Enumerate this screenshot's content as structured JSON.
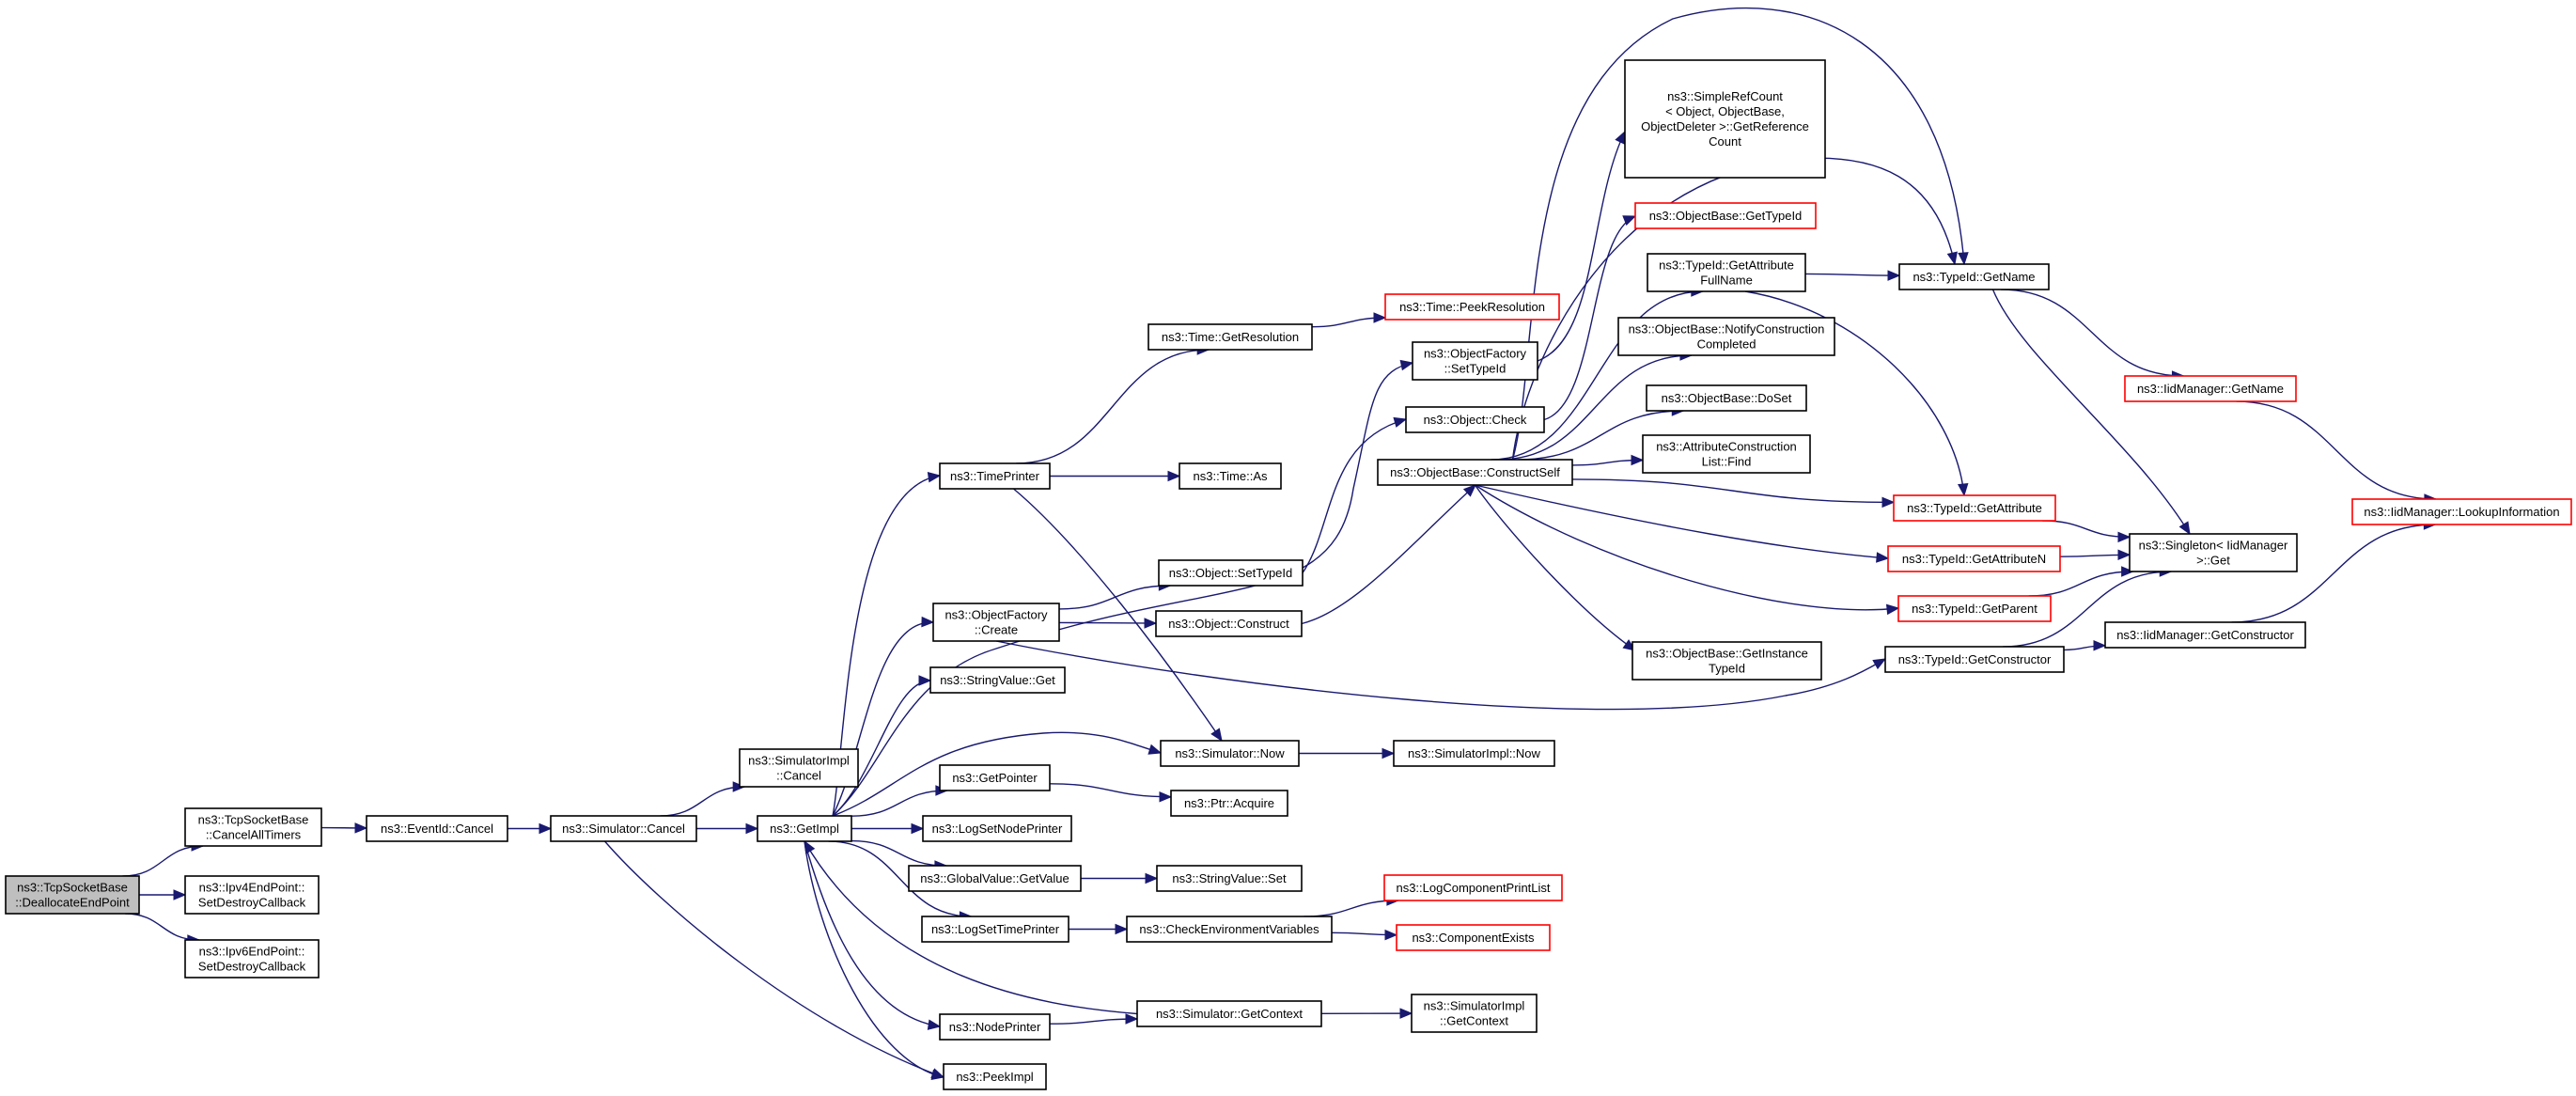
{
  "colors": {
    "edge": "#191970",
    "node_border": "#000000",
    "node_border_truncated": "#ff0000",
    "root_fill": "#bfbfbf"
  },
  "nodes": {
    "root": {
      "lines": [
        "ns3::TcpSocketBase",
        "::DeallocateEndPoint"
      ]
    },
    "cancelAllTimers": {
      "lines": [
        "ns3::TcpSocketBase",
        "::CancelAllTimers"
      ]
    },
    "ipv4SetDestroy": {
      "lines": [
        "ns3::Ipv4EndPoint::",
        "SetDestroyCallback"
      ]
    },
    "ipv6SetDestroy": {
      "lines": [
        "ns3::Ipv6EndPoint::",
        "SetDestroyCallback"
      ]
    },
    "eventIdCancel": {
      "lines": [
        "ns3::EventId::Cancel"
      ]
    },
    "simulatorCancel": {
      "lines": [
        "ns3::Simulator::Cancel"
      ]
    },
    "simImplCancel": {
      "lines": [
        "ns3::SimulatorImpl",
        "::Cancel"
      ]
    },
    "getImpl": {
      "lines": [
        "ns3::GetImpl"
      ]
    },
    "timePrinter": {
      "lines": [
        "ns3::TimePrinter"
      ]
    },
    "objectFactoryCreate": {
      "lines": [
        "ns3::ObjectFactory",
        "::Create"
      ]
    },
    "stringValueGet": {
      "lines": [
        "ns3::StringValue::Get"
      ]
    },
    "getPointer": {
      "lines": [
        "ns3::GetPointer"
      ]
    },
    "logSetNodePrinter": {
      "lines": [
        "ns3::LogSetNodePrinter"
      ]
    },
    "globalValueGetValue": {
      "lines": [
        "ns3::GlobalValue::GetValue"
      ]
    },
    "logSetTimePrinter": {
      "lines": [
        "ns3::LogSetTimePrinter"
      ]
    },
    "nodePrinter": {
      "lines": [
        "ns3::NodePrinter"
      ]
    },
    "peekImpl": {
      "lines": [
        "ns3::PeekImpl"
      ]
    },
    "timeGetResolution": {
      "lines": [
        "ns3::Time::GetResolution"
      ]
    },
    "timeAs": {
      "lines": [
        "ns3::Time::As"
      ]
    },
    "objectSetTypeId": {
      "lines": [
        "ns3::Object::SetTypeId"
      ]
    },
    "objectConstruct": {
      "lines": [
        "ns3::Object::Construct"
      ]
    },
    "simulatorNow": {
      "lines": [
        "ns3::Simulator::Now"
      ]
    },
    "ptrAcquire": {
      "lines": [
        "ns3::Ptr::Acquire"
      ]
    },
    "stringValueSet": {
      "lines": [
        "ns3::StringValue::Set"
      ]
    },
    "checkEnvVars": {
      "lines": [
        "ns3::CheckEnvironmentVariables"
      ]
    },
    "simulatorGetContext": {
      "lines": [
        "ns3::Simulator::GetContext"
      ]
    },
    "timePeekResolution": {
      "lines": [
        "ns3::Time::PeekResolution"
      ]
    },
    "objectFactorySetTypeId": {
      "lines": [
        "ns3::ObjectFactory",
        "::SetTypeId"
      ]
    },
    "objectCheck": {
      "lines": [
        "ns3::Object::Check"
      ]
    },
    "objectBaseConstructSelf": {
      "lines": [
        "ns3::ObjectBase::ConstructSelf"
      ]
    },
    "simImplNow": {
      "lines": [
        "ns3::SimulatorImpl::Now"
      ]
    },
    "logComponentPrintList": {
      "lines": [
        "ns3::LogComponentPrintList"
      ]
    },
    "componentExists": {
      "lines": [
        "ns3::ComponentExists"
      ]
    },
    "simImplGetContext": {
      "lines": [
        "ns3::SimulatorImpl",
        "::GetContext"
      ]
    },
    "simpleRefCount": {
      "lines": [
        "ns3::SimpleRefCount",
        "< Object, ObjectBase,",
        "ObjectDeleter >::GetReference",
        "Count"
      ]
    },
    "objectBaseGetTypeId": {
      "lines": [
        "ns3::ObjectBase::GetTypeId"
      ]
    },
    "typeIdGetAttributeFullName": {
      "lines": [
        "ns3::TypeId::GetAttribute",
        "FullName"
      ]
    },
    "objectBaseNotify": {
      "lines": [
        "ns3::ObjectBase::NotifyConstruction",
        "Completed"
      ]
    },
    "objectBaseDoSet": {
      "lines": [
        "ns3::ObjectBase::DoSet"
      ]
    },
    "attrConstructionListFind": {
      "lines": [
        "ns3::AttributeConstruction",
        "List::Find"
      ]
    },
    "objectBaseGetInstanceTypeId": {
      "lines": [
        "ns3::ObjectBase::GetInstance",
        "TypeId"
      ]
    },
    "typeIdGetName": {
      "lines": [
        "ns3::TypeId::GetName"
      ]
    },
    "typeIdGetAttribute": {
      "lines": [
        "ns3::TypeId::GetAttribute"
      ]
    },
    "typeIdGetAttributeN": {
      "lines": [
        "ns3::TypeId::GetAttributeN"
      ]
    },
    "typeIdGetParent": {
      "lines": [
        "ns3::TypeId::GetParent"
      ]
    },
    "typeIdGetConstructor": {
      "lines": [
        "ns3::TypeId::GetConstructor"
      ]
    },
    "iidManagerGetName": {
      "lines": [
        "ns3::IidManager::GetName"
      ]
    },
    "singletonGet": {
      "lines": [
        "ns3::Singleton< IidManager",
        ">::Get"
      ]
    },
    "iidManagerGetConstructor": {
      "lines": [
        "ns3::IidManager::GetConstructor"
      ]
    },
    "iidManagerLookup": {
      "lines": [
        "ns3::IidManager::LookupInformation"
      ]
    }
  }
}
